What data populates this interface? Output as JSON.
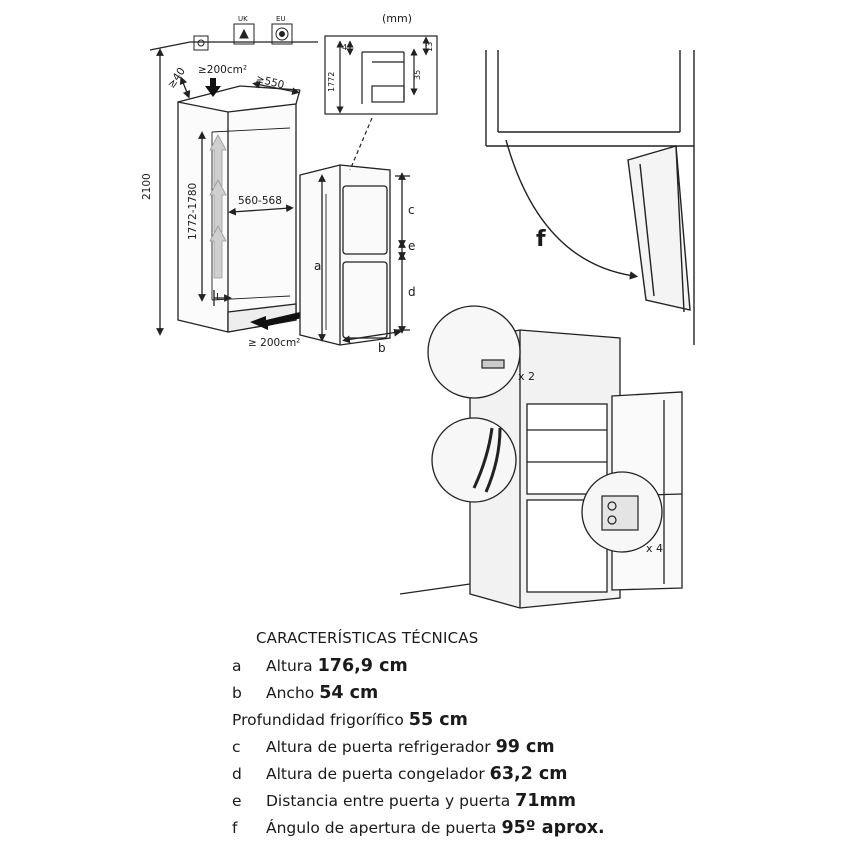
{
  "diagram": {
    "unit_note": "(mm)",
    "ventilation_top": "≥200cm²",
    "ventilation_bottom": "≥ 200cm²",
    "dim_depth_gap": "≥40",
    "dim_depth": "≥550",
    "dim_height": "2100",
    "dim_niche_height": "1772-1780",
    "dim_niche_width": "560-568",
    "label_L": "L",
    "socket_uk": "UK",
    "socket_eu": "EU",
    "inset_dims": [
      "4",
      "13",
      "35",
      "1772"
    ],
    "labels": {
      "a": "a",
      "b": "b",
      "c": "c",
      "d": "d",
      "e": "e",
      "f": "f"
    },
    "multipliers": [
      "x 2",
      "x 4"
    ]
  },
  "specs": {
    "title": "CARACTERÍSTICAS TÉCNICAS",
    "rows": [
      {
        "letter": "a",
        "label": "Altura",
        "value": "176,9 cm"
      },
      {
        "letter": "b",
        "label": "Ancho",
        "value": "54 cm"
      },
      {
        "letter": "",
        "label": "Profundidad frigorífico",
        "value": "55 cm"
      },
      {
        "letter": "c",
        "label": "Altura de puerta refrigerador",
        "value": "99 cm"
      },
      {
        "letter": "d",
        "label": "Altura de puerta congelador",
        "value": "63,2 cm"
      },
      {
        "letter": "e",
        "label": "Distancia entre puerta y puerta",
        "value": "71mm"
      },
      {
        "letter": "f",
        "label": "Ángulo de apertura de puerta",
        "value": "95º aprox."
      }
    ]
  }
}
